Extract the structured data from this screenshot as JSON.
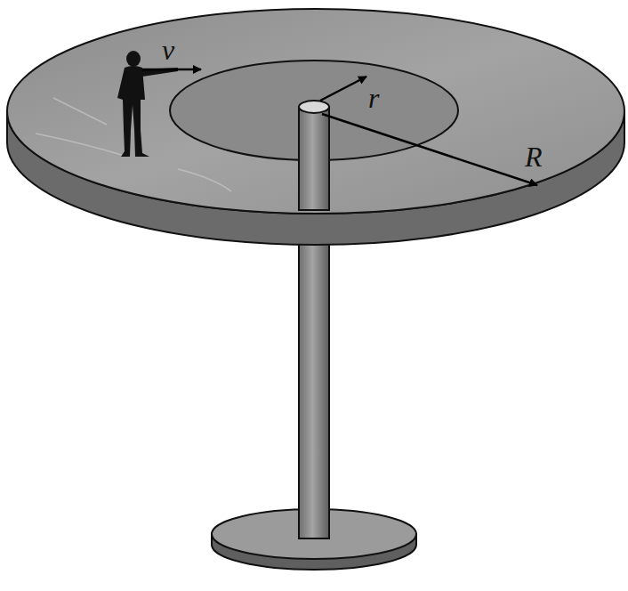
{
  "diagram": {
    "labels": [
      "v",
      "r",
      "R"
    ]
  }
}
